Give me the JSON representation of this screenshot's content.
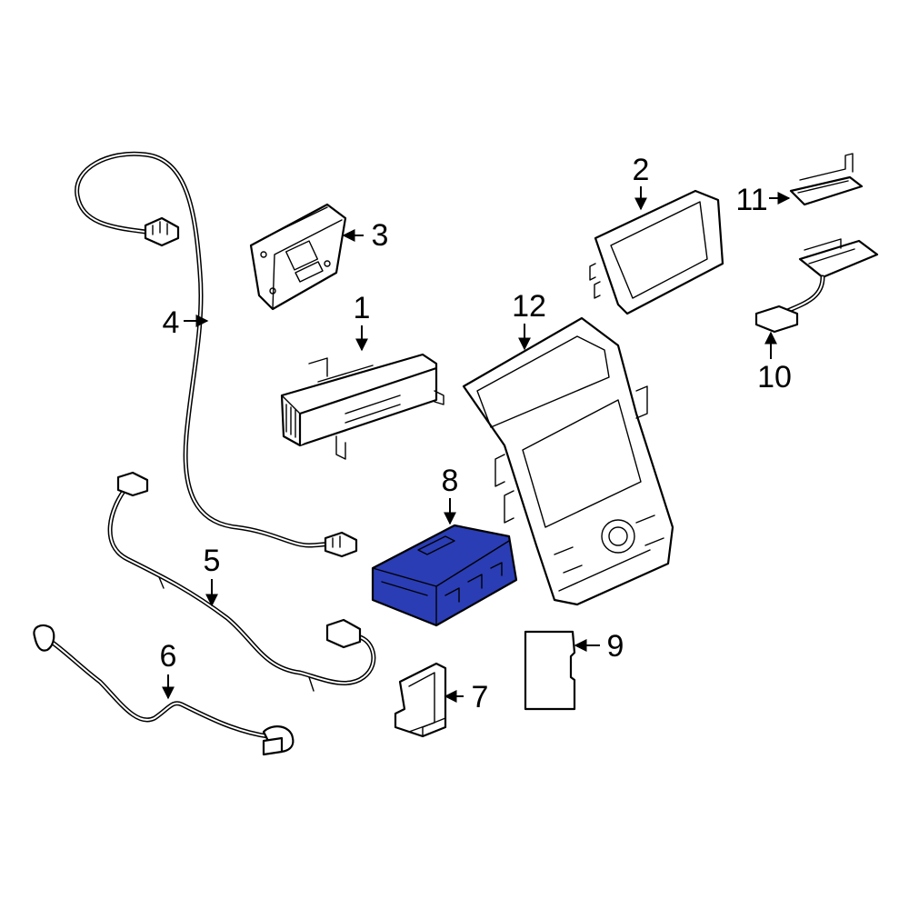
{
  "diagram": {
    "highlight_color": "#2a3db5",
    "highlighted_part": "8",
    "callouts": [
      {
        "id": "c1",
        "label": "1"
      },
      {
        "id": "c2",
        "label": "2"
      },
      {
        "id": "c3",
        "label": "3"
      },
      {
        "id": "c4",
        "label": "4"
      },
      {
        "id": "c5",
        "label": "5"
      },
      {
        "id": "c6",
        "label": "6"
      },
      {
        "id": "c7",
        "label": "7"
      },
      {
        "id": "c8",
        "label": "8"
      },
      {
        "id": "c9",
        "label": "9"
      },
      {
        "id": "c10",
        "label": "10"
      },
      {
        "id": "c11",
        "label": "11"
      },
      {
        "id": "c12",
        "label": "12"
      }
    ]
  }
}
